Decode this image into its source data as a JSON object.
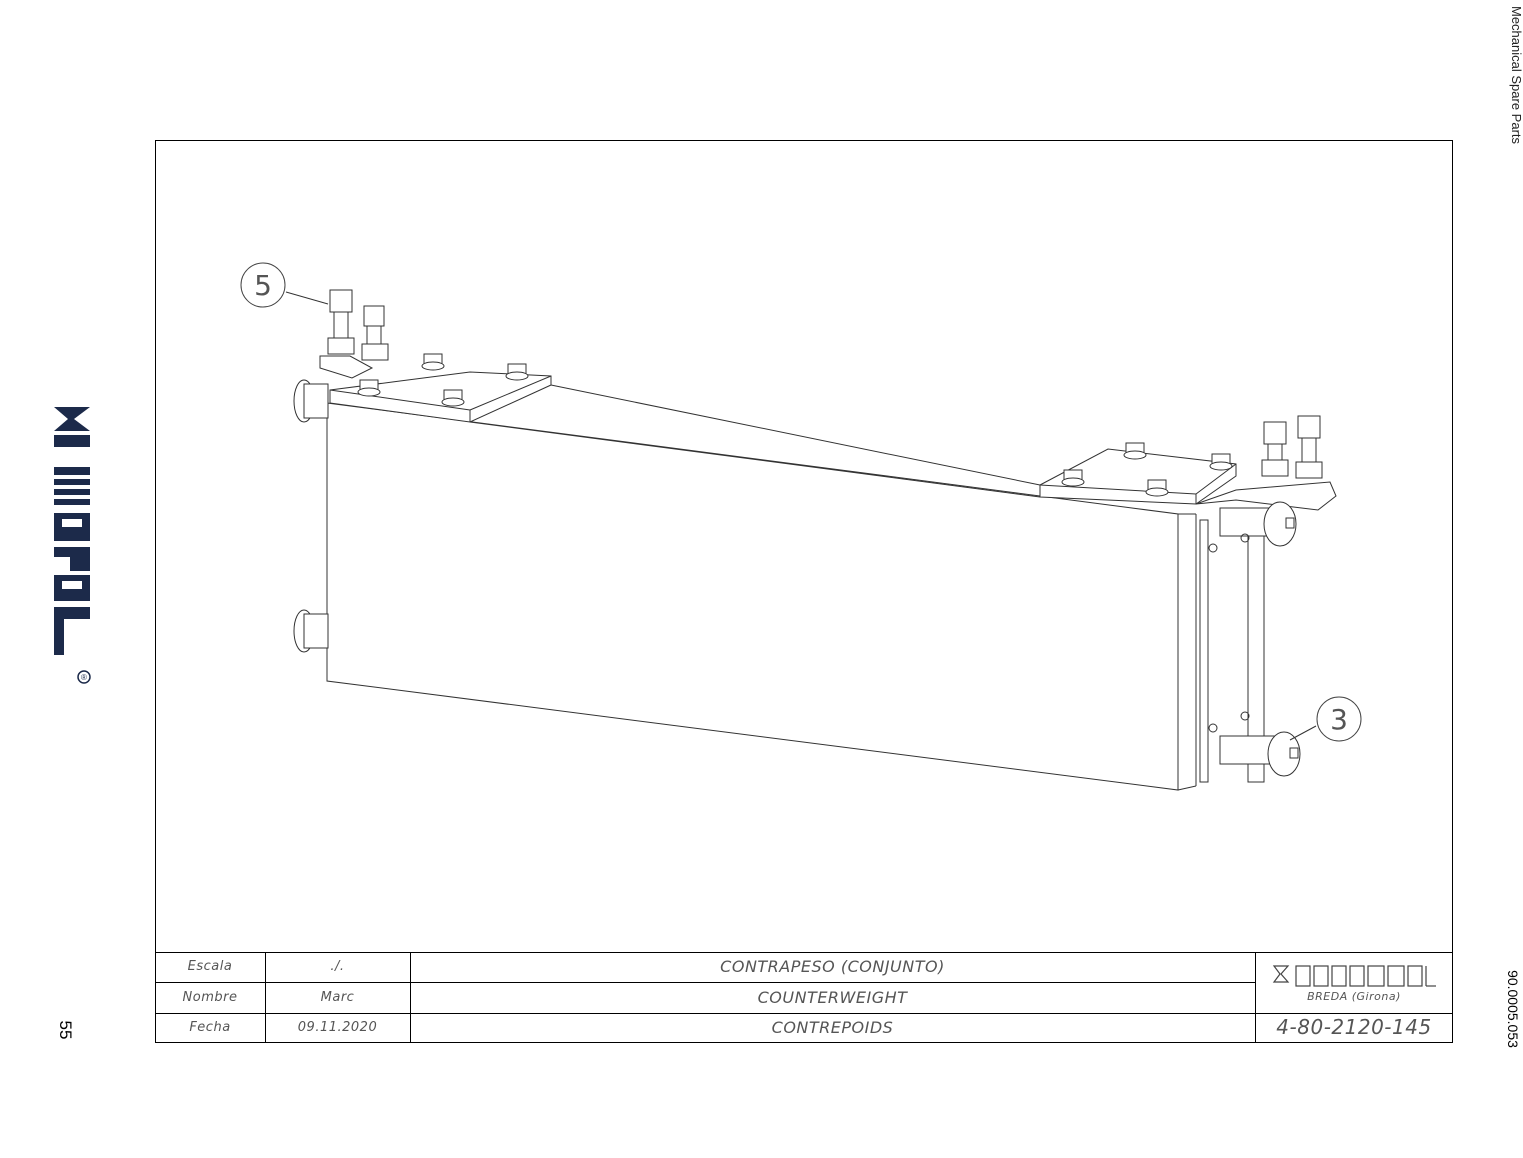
{
  "page_number": "55",
  "side_caption": "Mechanical Spare Parts",
  "document_code": "90.0005.053",
  "brand": {
    "name": "metal",
    "registered_mark": "®",
    "color": "#1c2a4a"
  },
  "callouts": {
    "part_5": "5",
    "part_3": "3"
  },
  "title_block": {
    "labels": {
      "scale": "Escala",
      "name": "Nombre",
      "date": "Fecha"
    },
    "values": {
      "scale": "./.",
      "name": "Marc",
      "date": "09.11.2020"
    },
    "titles": {
      "spanish": "CONTRAPESO (CONJUNTO)",
      "english": "COUNTERWEIGHT",
      "french": "CONTREPOIDS"
    },
    "company_location": "BREDA (Girona)",
    "drawing_number": "4-80-2120-145"
  }
}
